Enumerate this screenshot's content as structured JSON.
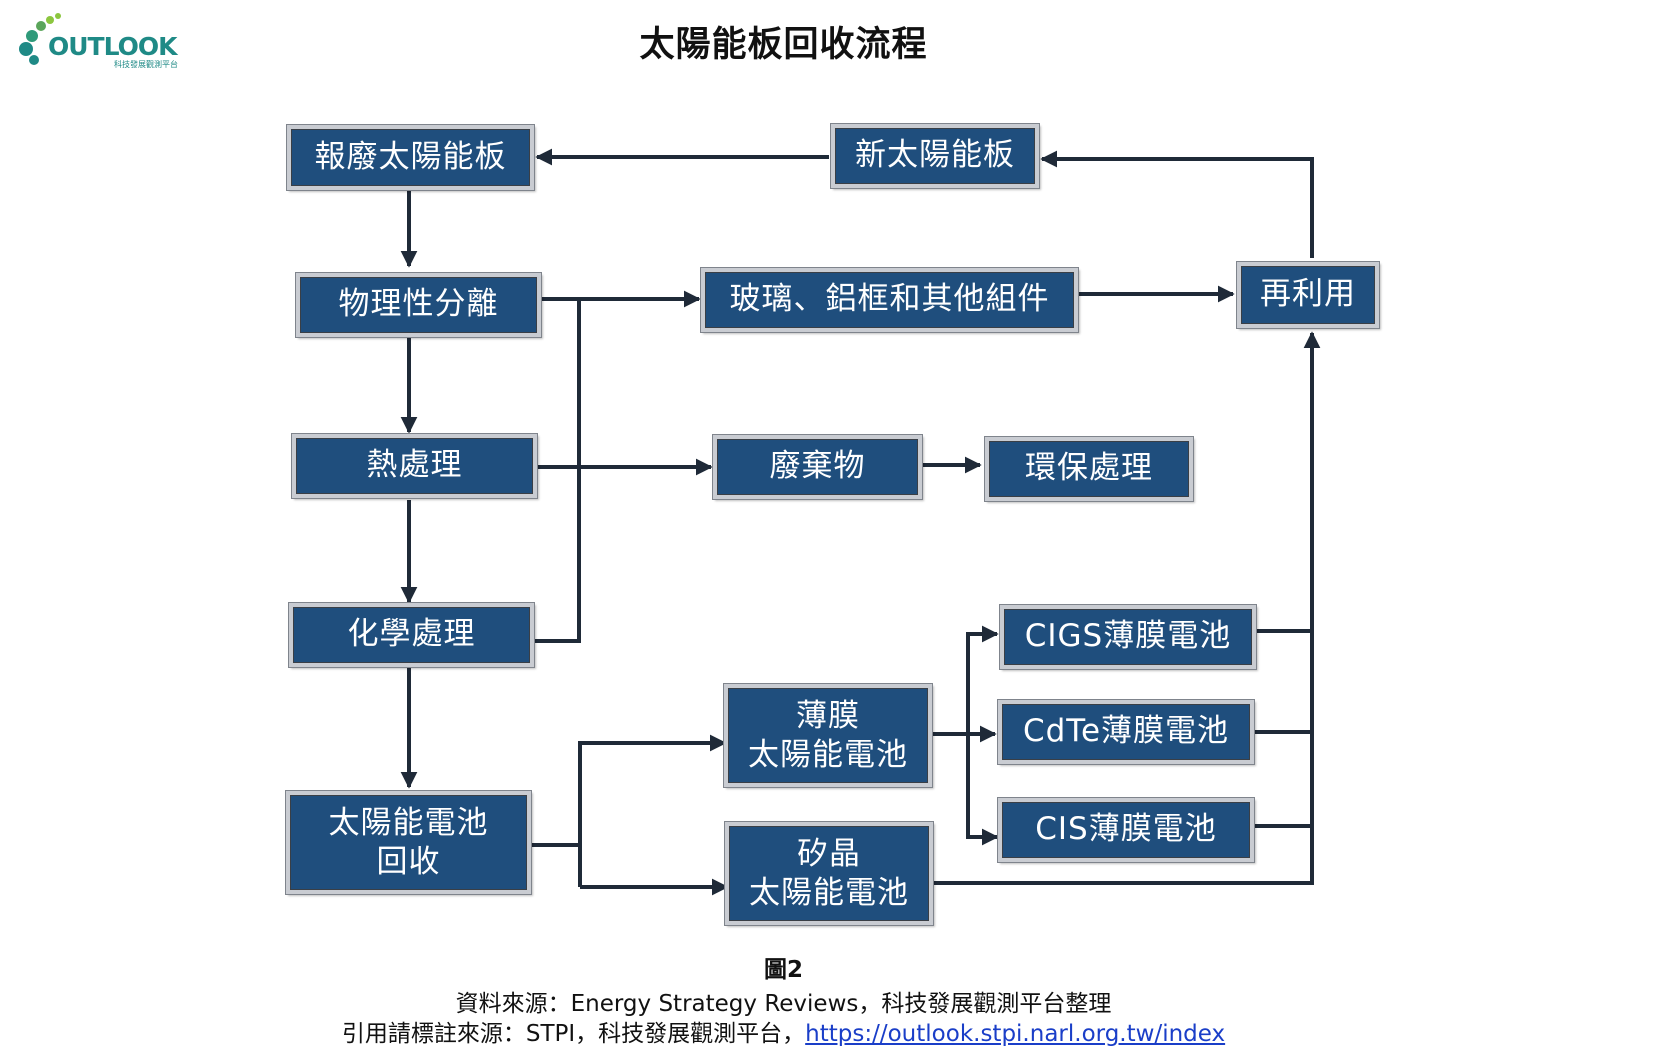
{
  "logo": {
    "text": "OUTLOOK",
    "subtitle": "科技發展觀測平台"
  },
  "title": "太陽能板回收流程",
  "nodes": {
    "scrapped_panel": "報廢太陽能板",
    "new_panel": "新太陽能板",
    "physical_separation": "物理性分離",
    "glass_aluminum": "玻璃、鋁框和其他組件",
    "reuse": "再利用",
    "heat_treatment": "熱處理",
    "waste": "廢棄物",
    "env_treatment": "環保處理",
    "chemical_treatment": "化學處理",
    "cigs": "CIGS薄膜電池",
    "thin_film_line1": "薄膜",
    "thin_film_line2": "太陽能電池",
    "cdte": "CdTe薄膜電池",
    "cell_recycle_line1": "太陽能電池",
    "cell_recycle_line2": "回收",
    "cis": "CIS薄膜電池",
    "silicon_line1": "矽晶",
    "silicon_line2": "太陽能電池"
  },
  "caption": {
    "figure": "圖2",
    "source": "資料來源：Energy Strategy Reviews，科技發展觀測平台整理",
    "cite_prefix": "引用請標註來源：STPI，科技發展觀測平台，",
    "cite_url": "https://outlook.stpi.narl.org.tw/index"
  },
  "colors": {
    "box_fill": "#1f4e7d",
    "box_border": "#c9ccd2",
    "arrow": "#1f2a38",
    "logo": "#1f8a86",
    "link": "#1a3ec8"
  }
}
